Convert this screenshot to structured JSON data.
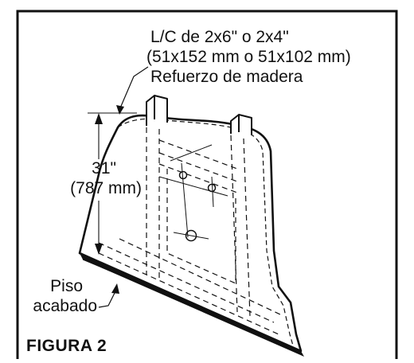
{
  "labels": {
    "spec_line1": "L/C de 2x6\" o 2x4\"",
    "spec_line2": "(51x152 mm o 51x102 mm)",
    "spec_line3": "Refuerzo de madera",
    "dim_line1": "31\"",
    "dim_line2": "(787 mm)",
    "floor_line1": "Piso",
    "floor_line2": "acabado",
    "figure_caption": "FIGURA 2"
  }
}
